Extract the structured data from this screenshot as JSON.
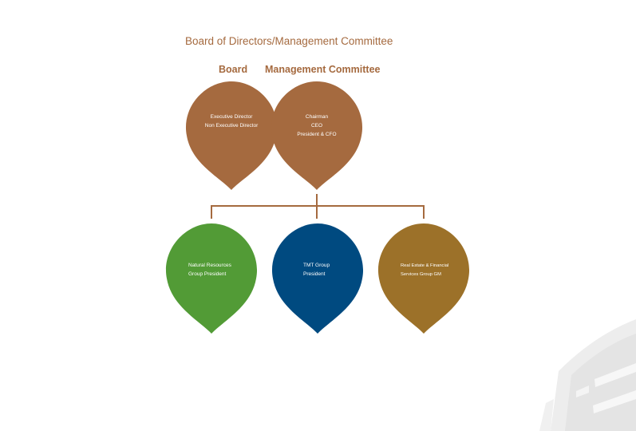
{
  "header": {
    "title": "Board of Directors/Management Committee",
    "board_label": "Board",
    "committee_label": "Management Committee"
  },
  "colors": {
    "brown": "#a56a3f",
    "green": "#529b36",
    "blue": "#004a80",
    "gold": "#9c7129",
    "connector": "#a56a3f"
  },
  "nodes": {
    "board": {
      "lines": [
        "Executive Director",
        "Non Executive Director"
      ]
    },
    "committee": {
      "lines": [
        "Chairman",
        "CEO",
        "President & CFO"
      ]
    },
    "natural_resources": {
      "lines": [
        "Natural Resources",
        "Group President"
      ]
    },
    "tmt": {
      "lines": [
        "TMT Group",
        "President"
      ]
    },
    "real_estate": {
      "lines": [
        "Real Estate & Financial",
        "Services Group GM"
      ]
    }
  }
}
